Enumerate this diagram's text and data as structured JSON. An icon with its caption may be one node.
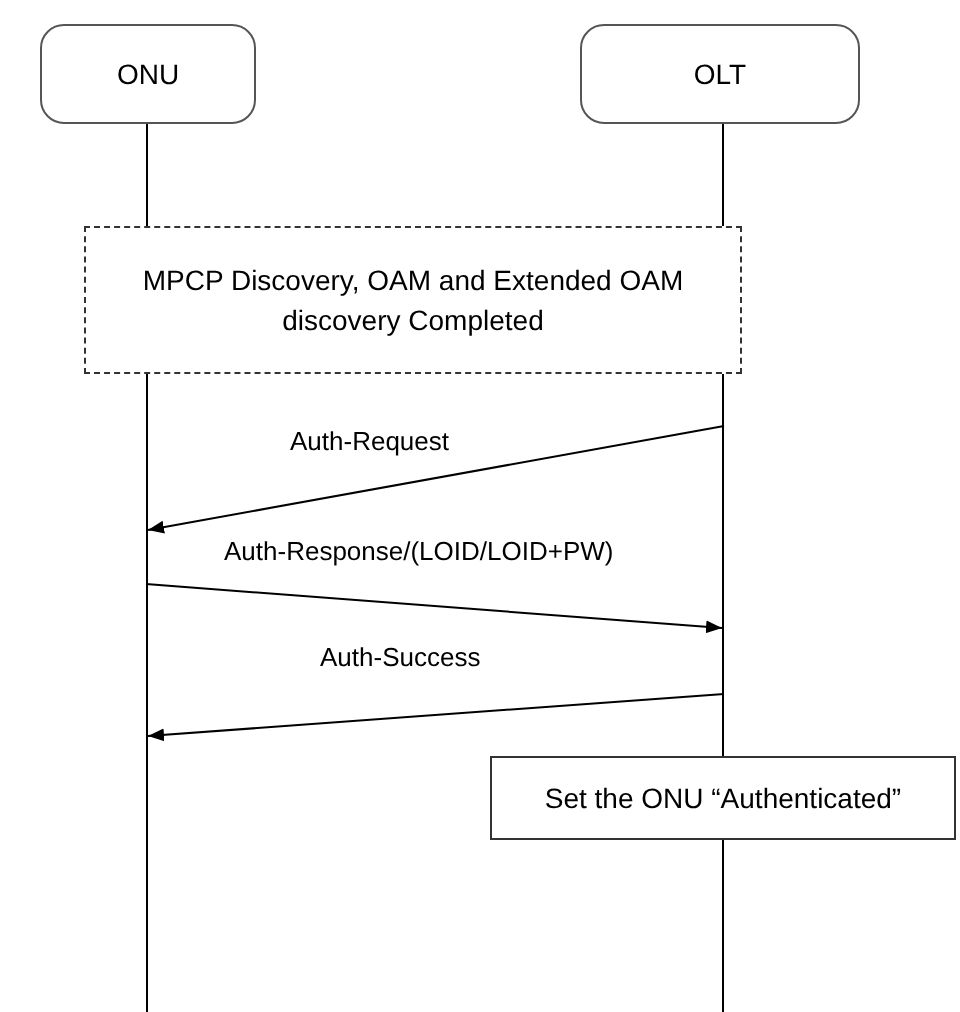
{
  "diagram": {
    "nodes": [
      {
        "text": [
          "ONU"
        ]
      },
      {
        "text": [
          "OLT"
        ]
      },
      {
        "text": [
          "MPCP Discovery, OAM and Extended OAM discovery Completed"
        ]
      },
      {
        "text": [
          "Set the ONU “Authenticated”"
        ]
      },
      {
        "text": [],
        "shape": "line"
      },
      {
        "text": [],
        "shape": "line"
      }
    ],
    "edges": [
      {
        "from": 5,
        "to": 4,
        "arrow": "to",
        "label": "Auth-Request"
      },
      {
        "from": 4,
        "to": 5,
        "arrow": "to",
        "label": "Auth-Response/(LOID/LOID+PW)"
      },
      {
        "from": 5,
        "to": 4,
        "arrow": "to",
        "label": "Auth-Success"
      }
    ]
  }
}
